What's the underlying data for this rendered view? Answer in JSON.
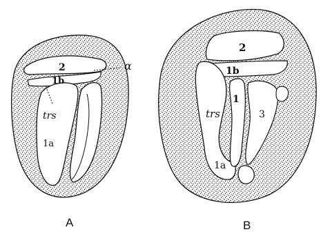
{
  "figure": {
    "panels": [
      {
        "id": "A",
        "caption": "A",
        "labels": {
          "l2": "2",
          "l1b": "1b",
          "a": "α",
          "trs": "trs",
          "l1a": "1a"
        }
      },
      {
        "id": "B",
        "caption": "B",
        "labels": {
          "l2": "2",
          "l1b": "1b",
          "trs": "trs",
          "l1": "1",
          "l3": "3",
          "l1a": "1a"
        }
      }
    ]
  },
  "colors": {
    "ink": "#111111",
    "paper": "#ffffff"
  }
}
